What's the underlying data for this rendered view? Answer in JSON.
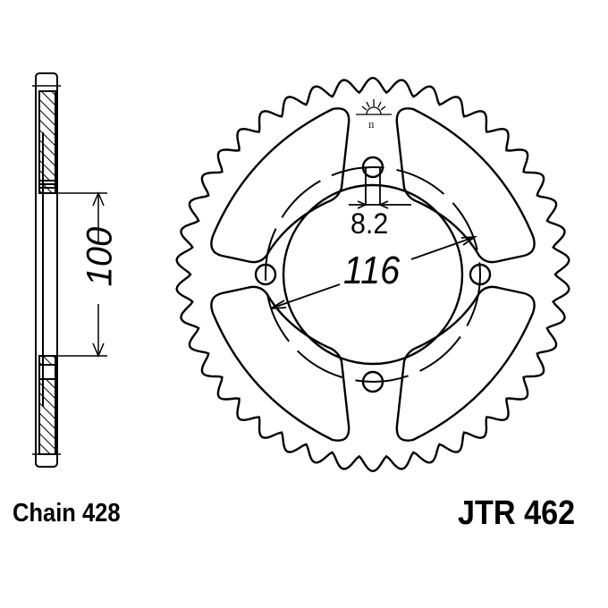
{
  "drawing": {
    "title": "Rear sprocket technical drawing",
    "teeth_count_drawn": 42,
    "logo_symbol": "JT sunrise logo",
    "dimensions": {
      "bolt_hole_diameter": "8.2",
      "bolt_circle_diameter": "116",
      "center_bore_side_view": "100"
    }
  },
  "labels": {
    "chain": "Chain 428",
    "part_number": "JTR 462"
  },
  "colors": {
    "line": "#000000",
    "background": "#ffffff"
  }
}
